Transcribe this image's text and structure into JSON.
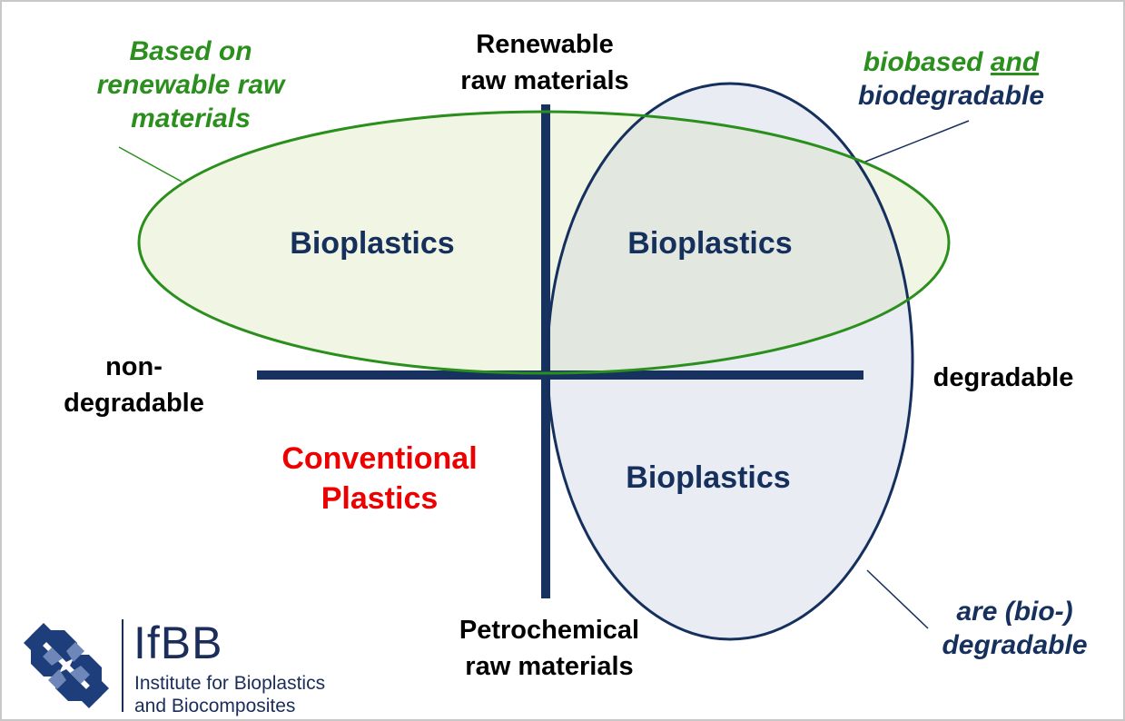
{
  "axes": {
    "top": [
      "Renewable",
      "raw materials"
    ],
    "bottom": [
      "Petrochemical",
      "raw materials"
    ],
    "left": [
      "non-",
      "degradable"
    ],
    "right": "degradable"
  },
  "quadrants": {
    "top_left": "Bioplastics",
    "top_right": "Bioplastics",
    "bottom_right": "Bioplastics",
    "bottom_left": [
      "Conventional",
      "Plastics"
    ]
  },
  "callouts": {
    "renewable": [
      "Based on",
      "renewable raw",
      "materials"
    ],
    "biobased_prefix": "biobased",
    "biobased_and": "and",
    "biobased_line2": "biodegradable",
    "degradable": [
      "are (bio-)",
      "degradable"
    ]
  },
  "logo": {
    "name": "IfBB",
    "line1": "Institute for Bioplastics",
    "line2": "and Biocomposites"
  },
  "colors": {
    "navy": "#16305e",
    "green": "#2a8f1c",
    "red": "#ee0000",
    "green_fill": "#f1f5e3",
    "blue_fill": "#e9edf3"
  }
}
